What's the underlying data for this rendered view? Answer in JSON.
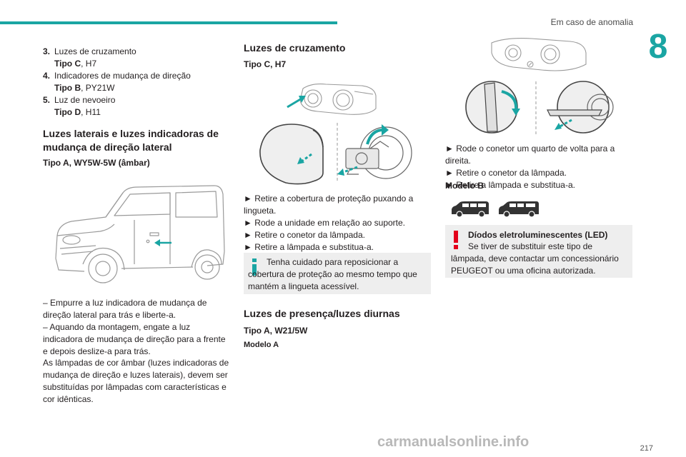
{
  "header": {
    "section": "Em caso de anomalia",
    "chapter": "8"
  },
  "left": {
    "list": [
      {
        "num": "3.",
        "name": "Luzes de cruzamento",
        "type_label": "Tipo C",
        "type_rest": ", H7"
      },
      {
        "num": "4.",
        "name": "Indicadores de mudança de direção",
        "type_label": "Tipo B",
        "type_rest": ", PY21W"
      },
      {
        "num": "5.",
        "name": "Luz de nevoeiro",
        "type_label": "Tipo D",
        "type_rest": ", H11"
      }
    ],
    "heading": "Luzes laterais e luzes indicadoras de mudança de direção lateral",
    "type": "Tipo A, WY5W-5W (âmbar)",
    "para1": "–  Empurre a luz indicadora de mudança de direção lateral para trás e liberte-a.",
    "para2": "–  Aquando da montagem, engate a luz indicadora de mudança de direção para a frente e depois deslize-a para trás.",
    "para3": "As lâmpadas de cor âmbar (luzes indicadoras de mudança de direção e luzes laterais), devem ser substituídas por lâmpadas com características e cor idênticas."
  },
  "middle": {
    "heading": "Luzes de cruzamento",
    "type": "Tipo C, H7",
    "steps": [
      "►  Retire a cobertura de proteção puxando a lingueta.",
      "►  Rode a unidade em relação ao suporte.",
      "►  Retire o conetor da lâmpada.",
      "►  Retire a lâmpada e substitua-a."
    ],
    "info": "Tenha cuidado para reposicionar a cobertura de proteção ao mesmo tempo que mantém a lingueta acessível.",
    "heading2": "Luzes de presença/luzes diurnas",
    "type2": "Tipo A, W21/5W",
    "model": "Modelo A"
  },
  "right": {
    "steps": [
      "►  Rode o conetor um quarto de volta para a direita.",
      "►  Retire o conetor da lâmpada.",
      "►  Retire a lâmpada e substitua-a."
    ],
    "model": "Modelo B",
    "warn_title": "Díodos eletroluminescentes (LED)",
    "warn_text": "Se tiver de substituir este tipo de lâmpada, deve contactar um concessionário PEUGEOT ou uma oficina autorizada."
  },
  "footer": {
    "page": "217",
    "watermark": "carmanualsonline.info"
  },
  "colors": {
    "accent": "#1aa5a3",
    "arrow": "#1aa5a3",
    "warning": "#e3001b",
    "info": "#1aa5a3"
  }
}
